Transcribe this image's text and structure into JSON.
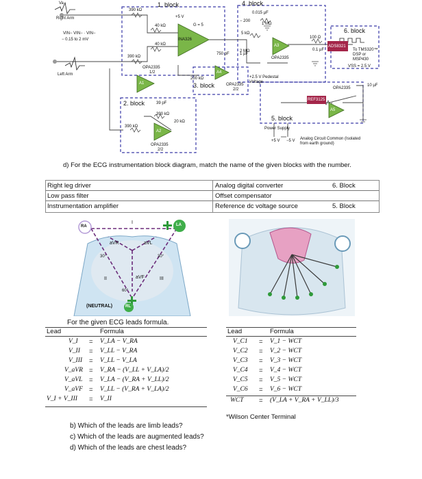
{
  "block_diagram": {
    "blocks": {
      "b1": "1. block",
      "b2": "2. block",
      "b3": "3. block",
      "b4": "4. block",
      "b5": "5. block",
      "b6": "6. block"
    },
    "labels": {
      "right_arm": "Right Arm",
      "left_arm": "Left Arm",
      "va": "Va",
      "vin": "VIN− VIN− · VIN−",
      "v_range": "− 0.15 to 2 mV",
      "r390_1": "390 kΩ",
      "r390_2": "390 kΩ",
      "r390_3": "390 kΩ",
      "r40_1": "40 kΩ",
      "r40_2": "40 kΩ",
      "r200": "200 kΩ",
      "r20": "20 kΩ",
      "ina": "INA326",
      "g5": "G = 5",
      "plus5v": "+5 V",
      "c750": "750 pF",
      "c1u": "1 µF",
      "c39": "39 pF",
      "opa2335_1": "OPA2335",
      "opa2335_1_half": "1/2",
      "opa2335_2": "OPA2335",
      "opa2335_2_half": "2/2",
      "opa2335_3": "OPA2335",
      "opa2335_3_half": "2/2",
      "opa2335_4": "OPA2335",
      "opa2335_5": "OPA2335",
      "a1": "A1",
      "a2": "A2",
      "a3": "A3",
      "a4": "A4",
      "a5": "A5",
      "r5k": "5 kΩ",
      "r1m": "1 MΩ",
      "r2m": "2 MΩ",
      "r100": "100 Ω",
      "minus200": "− 200",
      "c015": "0.015 µF",
      "c01": "0.1 µF",
      "c10": "10 µF",
      "ads": "ADS8321",
      "dsp": "To TMS320™ DSP or MSP430",
      "vss": "VSS = 2.5 V",
      "pedestal": "+2.5 V Pedestal Voltage",
      "ref": "REF3125",
      "power": "Power Supply",
      "analog_common": "Analog Circuit Common (Isolated from earth ground)",
      "minus5v": "−5 V",
      "plus5v2": "+5 V"
    }
  },
  "question_d": "d)  For the ECG instrumentation block diagram, match the name of the given blocks with the number.",
  "match_table": {
    "left": [
      "Right leg driver",
      "Low pass filter",
      "Instrumentation amplifier"
    ],
    "middle": [
      "Analog digital converter",
      "Offset compensator",
      "Reference dc voltage source"
    ],
    "right": [
      "6. Block",
      "",
      "5. Block"
    ]
  },
  "limb_diagram": {
    "ra": "RA",
    "la": "LA",
    "rl": "RL",
    "neutral": "(NEUTRAL)",
    "avr": "aVR",
    "avl": "aVL",
    "avf": "aVF",
    "i": "I",
    "ii": "II",
    "iii": "III",
    "deg30a": "30°",
    "deg30b": "30°",
    "deg60": "60°"
  },
  "formula_title": "For the given ECG leads formula.",
  "limb_table": {
    "headers": [
      "Lead",
      "Formula"
    ],
    "rows": [
      {
        "lead": "V_I",
        "eq": "=",
        "formula": "V_LA − V_RA"
      },
      {
        "lead": "V_II",
        "eq": "=",
        "formula": "V_LL − V_RA"
      },
      {
        "lead": "V_III",
        "eq": "=",
        "formula": "V_LL − V_LA"
      },
      {
        "lead": "V_aVR",
        "eq": "=",
        "formula": "V_RA − (V_LL + V_LA)/2"
      },
      {
        "lead": "V_aVL",
        "eq": "=",
        "formula": "V_LA − (V_RA + V_LL)/2"
      },
      {
        "lead": "V_aVF",
        "eq": "=",
        "formula": "V_LL − (V_RA + V_LA)/2"
      },
      {
        "lead": "V_I + V_III",
        "eq": "=",
        "formula": "V_II"
      }
    ]
  },
  "chest_table": {
    "headers": [
      "Lead",
      "Formula"
    ],
    "rows": [
      {
        "lead": "V_C1",
        "eq": "=",
        "formula": "V_1 − WCT"
      },
      {
        "lead": "V_C2",
        "eq": "=",
        "formula": "V_2 − WCT"
      },
      {
        "lead": "V_C3",
        "eq": "=",
        "formula": "V_3 − WCT"
      },
      {
        "lead": "V_C4",
        "eq": "=",
        "formula": "V_4 − WCT"
      },
      {
        "lead": "V_C5",
        "eq": "=",
        "formula": "V_5 − WCT"
      },
      {
        "lead": "V_C6",
        "eq": "=",
        "formula": "V_6 − WCT"
      },
      {
        "lead": "WCT",
        "eq": "=",
        "formula": "(V_LA + V_RA + V_LL)/3"
      }
    ],
    "footnote": "*Wilson Center Terminal"
  },
  "questions": [
    "b)  Which of the leads are limb leads?",
    "c)  Which of the leads are augmented leads?",
    "d)  Which of the leads are chest leads?"
  ],
  "colors": {
    "chip": "#a4264a",
    "opamp_green": "#7ab648",
    "ina_green": "#7ab648",
    "dashed_border": "#3a3aa8",
    "body_blue": "#cfe4f2",
    "heart_pink": "#e7a1c3"
  }
}
